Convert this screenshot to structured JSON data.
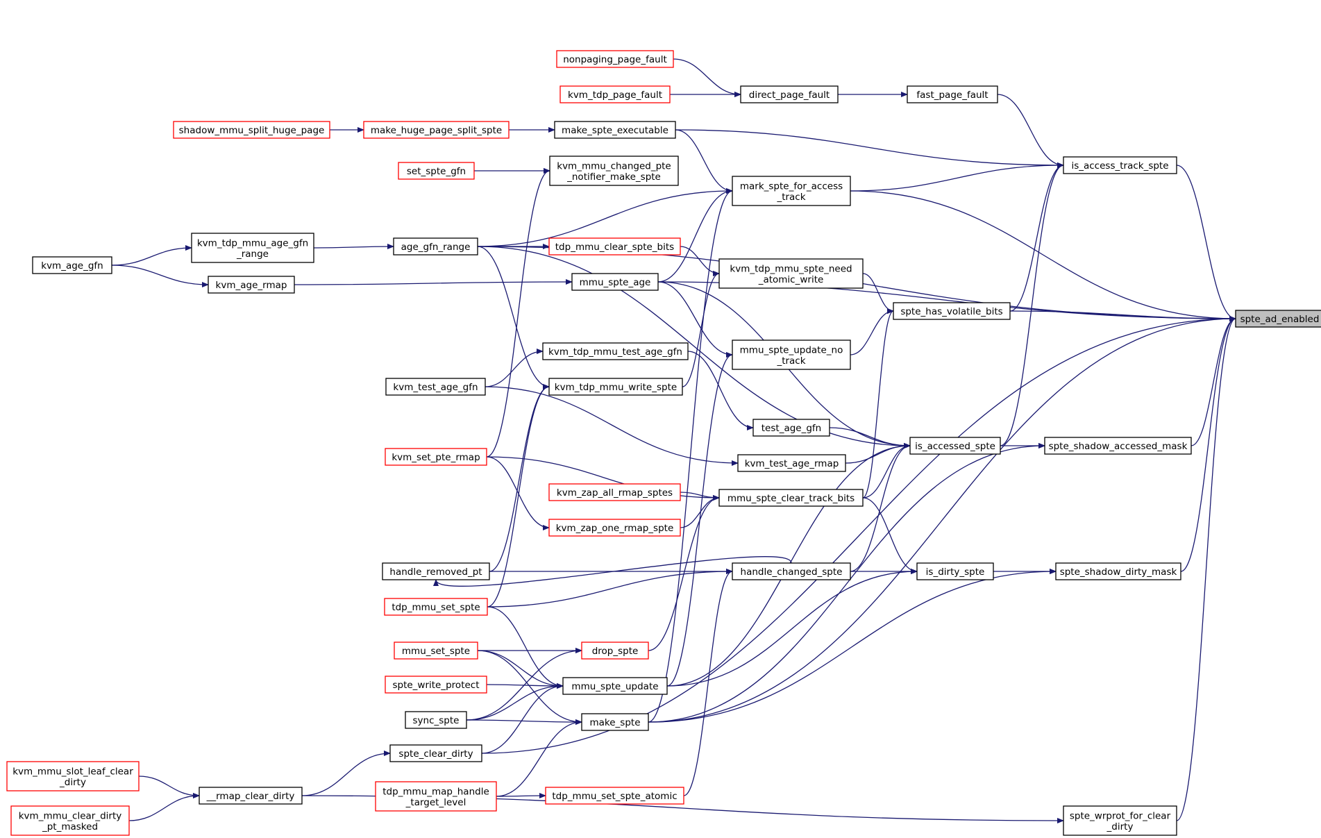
{
  "graph": {
    "root": "spte_ad_enabled",
    "edge_color": "#191970",
    "truncated_node_border": "#ff0000",
    "nodes": [
      {
        "id": "spte_ad_enabled",
        "lines": [
          "spte_ad_enabled"
        ],
        "style": "root"
      },
      {
        "id": "is_access_track_spte",
        "lines": [
          "is_access_track_spte"
        ],
        "style": "black"
      },
      {
        "id": "fast_page_fault",
        "lines": [
          "fast_page_fault"
        ],
        "style": "black"
      },
      {
        "id": "direct_page_fault",
        "lines": [
          "direct_page_fault"
        ],
        "style": "black"
      },
      {
        "id": "nonpaging_page_fault",
        "lines": [
          "nonpaging_page_fault"
        ],
        "style": "red"
      },
      {
        "id": "kvm_tdp_page_fault",
        "lines": [
          "kvm_tdp_page_fault"
        ],
        "style": "red"
      },
      {
        "id": "make_spte_executable",
        "lines": [
          "make_spte_executable"
        ],
        "style": "black"
      },
      {
        "id": "make_huge_page_split_spte",
        "lines": [
          "make_huge_page_split_spte"
        ],
        "style": "red"
      },
      {
        "id": "shadow_mmu_split_huge_page",
        "lines": [
          "shadow_mmu_split_huge_page"
        ],
        "style": "red"
      },
      {
        "id": "kvm_mmu_changed_pte_notifier_make_spte",
        "lines": [
          "kvm_mmu_changed_pte",
          "_notifier_make_spte"
        ],
        "style": "black"
      },
      {
        "id": "set_spte_gfn",
        "lines": [
          "set_spte_gfn"
        ],
        "style": "red"
      },
      {
        "id": "mark_spte_for_access_track",
        "lines": [
          "mark_spte_for_access",
          "_track"
        ],
        "style": "black"
      },
      {
        "id": "kvm_tdp_mmu_age_gfn_range",
        "lines": [
          "kvm_tdp_mmu_age_gfn",
          "_range"
        ],
        "style": "black"
      },
      {
        "id": "age_gfn_range",
        "lines": [
          "age_gfn_range"
        ],
        "style": "black"
      },
      {
        "id": "kvm_age_gfn",
        "lines": [
          "kvm_age_gfn"
        ],
        "style": "black"
      },
      {
        "id": "tdp_mmu_clear_spte_bits",
        "lines": [
          "tdp_mmu_clear_spte_bits"
        ],
        "style": "red"
      },
      {
        "id": "kvm_tdp_mmu_spte_need_atomic_write",
        "lines": [
          "kvm_tdp_mmu_spte_need",
          "_atomic_write"
        ],
        "style": "black"
      },
      {
        "id": "mmu_spte_age",
        "lines": [
          "mmu_spte_age"
        ],
        "style": "black"
      },
      {
        "id": "kvm_age_rmap",
        "lines": [
          "kvm_age_rmap"
        ],
        "style": "black"
      },
      {
        "id": "spte_has_volatile_bits",
        "lines": [
          "spte_has_volatile_bits"
        ],
        "style": "black"
      },
      {
        "id": "mmu_spte_update_no_track",
        "lines": [
          "mmu_spte_update_no",
          "_track"
        ],
        "style": "black"
      },
      {
        "id": "kvm_tdp_mmu_test_age_gfn",
        "lines": [
          "kvm_tdp_mmu_test_age_gfn"
        ],
        "style": "black"
      },
      {
        "id": "kvm_test_age_gfn",
        "lines": [
          "kvm_test_age_gfn"
        ],
        "style": "black"
      },
      {
        "id": "kvm_tdp_mmu_write_spte",
        "lines": [
          "kvm_tdp_mmu_write_spte"
        ],
        "style": "black"
      },
      {
        "id": "test_age_gfn",
        "lines": [
          "test_age_gfn"
        ],
        "style": "black"
      },
      {
        "id": "is_accessed_spte",
        "lines": [
          "is_accessed_spte"
        ],
        "style": "black"
      },
      {
        "id": "spte_shadow_accessed_mask",
        "lines": [
          "spte_shadow_accessed_mask"
        ],
        "style": "black"
      },
      {
        "id": "kvm_set_pte_rmap",
        "lines": [
          "kvm_set_pte_rmap"
        ],
        "style": "red"
      },
      {
        "id": "kvm_test_age_rmap",
        "lines": [
          "kvm_test_age_rmap"
        ],
        "style": "black"
      },
      {
        "id": "kvm_zap_all_rmap_sptes",
        "lines": [
          "kvm_zap_all_rmap_sptes"
        ],
        "style": "red"
      },
      {
        "id": "mmu_spte_clear_track_bits",
        "lines": [
          "mmu_spte_clear_track_bits"
        ],
        "style": "black"
      },
      {
        "id": "kvm_zap_one_rmap_spte",
        "lines": [
          "kvm_zap_one_rmap_spte"
        ],
        "style": "red"
      },
      {
        "id": "handle_removed_pt",
        "lines": [
          "handle_removed_pt"
        ],
        "style": "black"
      },
      {
        "id": "handle_changed_spte",
        "lines": [
          "handle_changed_spte"
        ],
        "style": "black"
      },
      {
        "id": "is_dirty_spte",
        "lines": [
          "is_dirty_spte"
        ],
        "style": "black"
      },
      {
        "id": "spte_shadow_dirty_mask",
        "lines": [
          "spte_shadow_dirty_mask"
        ],
        "style": "black"
      },
      {
        "id": "tdp_mmu_set_spte",
        "lines": [
          "tdp_mmu_set_spte"
        ],
        "style": "red"
      },
      {
        "id": "mmu_set_spte",
        "lines": [
          "mmu_set_spte"
        ],
        "style": "red"
      },
      {
        "id": "drop_spte",
        "lines": [
          "drop_spte"
        ],
        "style": "red"
      },
      {
        "id": "spte_write_protect",
        "lines": [
          "spte_write_protect"
        ],
        "style": "red"
      },
      {
        "id": "mmu_spte_update",
        "lines": [
          "mmu_spte_update"
        ],
        "style": "black"
      },
      {
        "id": "sync_spte",
        "lines": [
          "sync_spte"
        ],
        "style": "black"
      },
      {
        "id": "make_spte",
        "lines": [
          "make_spte"
        ],
        "style": "black"
      },
      {
        "id": "spte_clear_dirty",
        "lines": [
          "spte_clear_dirty"
        ],
        "style": "black"
      },
      {
        "id": "kvm_mmu_slot_leaf_clear_dirty",
        "lines": [
          "kvm_mmu_slot_leaf_clear",
          "_dirty"
        ],
        "style": "red"
      },
      {
        "id": "__rmap_clear_dirty",
        "lines": [
          "__rmap_clear_dirty"
        ],
        "style": "black"
      },
      {
        "id": "tdp_mmu_map_handle_target_level",
        "lines": [
          "tdp_mmu_map_handle",
          "_target_level"
        ],
        "style": "red"
      },
      {
        "id": "tdp_mmu_set_spte_atomic",
        "lines": [
          "tdp_mmu_set_spte_atomic"
        ],
        "style": "red"
      },
      {
        "id": "kvm_mmu_clear_dirty_pt_masked",
        "lines": [
          "kvm_mmu_clear_dirty",
          "_pt_masked"
        ],
        "style": "red"
      },
      {
        "id": "spte_wrprot_for_clear_dirty",
        "lines": [
          "spte_wrprot_for_clear",
          "_dirty"
        ],
        "style": "black"
      }
    ],
    "edges": [
      [
        "is_access_track_spte",
        "spte_ad_enabled"
      ],
      [
        "mark_spte_for_access_track",
        "spte_ad_enabled"
      ],
      [
        "mmu_spte_age",
        "spte_ad_enabled"
      ],
      [
        "spte_has_volatile_bits",
        "spte_ad_enabled"
      ],
      [
        "spte_shadow_accessed_mask",
        "spte_ad_enabled"
      ],
      [
        "spte_shadow_dirty_mask",
        "spte_ad_enabled"
      ],
      [
        "make_spte",
        "spte_ad_enabled"
      ],
      [
        "spte_clear_dirty",
        "spte_ad_enabled"
      ],
      [
        "spte_wrprot_for_clear_dirty",
        "spte_ad_enabled"
      ],
      [
        "age_gfn_range",
        "spte_ad_enabled"
      ],
      [
        "fast_page_fault",
        "is_access_track_spte"
      ],
      [
        "make_spte_executable",
        "is_access_track_spte"
      ],
      [
        "mark_spte_for_access_track",
        "is_access_track_spte"
      ],
      [
        "spte_has_volatile_bits",
        "is_access_track_spte"
      ],
      [
        "is_accessed_spte",
        "is_access_track_spte"
      ],
      [
        "direct_page_fault",
        "fast_page_fault"
      ],
      [
        "nonpaging_page_fault",
        "direct_page_fault"
      ],
      [
        "kvm_tdp_page_fault",
        "direct_page_fault"
      ],
      [
        "make_huge_page_split_spte",
        "make_spte_executable"
      ],
      [
        "shadow_mmu_split_huge_page",
        "make_huge_page_split_spte"
      ],
      [
        "set_spte_gfn",
        "kvm_mmu_changed_pte_notifier_make_spte"
      ],
      [
        "kvm_set_pte_rmap",
        "kvm_mmu_changed_pte_notifier_make_spte"
      ],
      [
        "make_spte_executable",
        "mark_spte_for_access_track"
      ],
      [
        "age_gfn_range",
        "mark_spte_for_access_track"
      ],
      [
        "mmu_spte_age",
        "mark_spte_for_access_track"
      ],
      [
        "make_spte",
        "mark_spte_for_access_track"
      ],
      [
        "kvm_tdp_mmu_age_gfn_range",
        "age_gfn_range"
      ],
      [
        "kvm_age_gfn",
        "kvm_tdp_mmu_age_gfn_range"
      ],
      [
        "kvm_age_gfn",
        "kvm_age_rmap"
      ],
      [
        "kvm_age_rmap",
        "mmu_spte_age"
      ],
      [
        "age_gfn_range",
        "tdp_mmu_clear_spte_bits"
      ],
      [
        "tdp_mmu_clear_spte_bits",
        "kvm_tdp_mmu_spte_need_atomic_write"
      ],
      [
        "kvm_tdp_mmu_spte_need_atomic_write",
        "spte_has_volatile_bits"
      ],
      [
        "kvm_tdp_mmu_write_spte",
        "kvm_tdp_mmu_spte_need_atomic_write"
      ],
      [
        "mmu_spte_update_no_track",
        "spte_has_volatile_bits"
      ],
      [
        "mmu_spte_clear_track_bits",
        "spte_has_volatile_bits"
      ],
      [
        "mmu_spte_age",
        "mmu_spte_update_no_track"
      ],
      [
        "mmu_spte_update",
        "mmu_spte_update_no_track"
      ],
      [
        "kvm_test_age_gfn",
        "kvm_tdp_mmu_test_age_gfn"
      ],
      [
        "kvm_tdp_mmu_test_age_gfn",
        "test_age_gfn"
      ],
      [
        "kvm_test_age_gfn",
        "kvm_test_age_rmap"
      ],
      [
        "age_gfn_range",
        "kvm_tdp_mmu_write_spte"
      ],
      [
        "handle_removed_pt",
        "kvm_tdp_mmu_write_spte"
      ],
      [
        "tdp_mmu_set_spte",
        "kvm_tdp_mmu_write_spte"
      ],
      [
        "test_age_gfn",
        "is_accessed_spte"
      ],
      [
        "kvm_test_age_rmap",
        "is_accessed_spte"
      ],
      [
        "mmu_spte_clear_track_bits",
        "is_accessed_spte"
      ],
      [
        "handle_changed_spte",
        "is_accessed_spte"
      ],
      [
        "mmu_spte_age",
        "is_accessed_spte"
      ],
      [
        "age_gfn_range",
        "is_accessed_spte"
      ],
      [
        "mmu_spte_update",
        "is_accessed_spte"
      ],
      [
        "is_accessed_spte",
        "spte_shadow_accessed_mask"
      ],
      [
        "kvm_set_pte_rmap",
        "mmu_spte_clear_track_bits"
      ],
      [
        "kvm_zap_all_rmap_sptes",
        "mmu_spte_clear_track_bits"
      ],
      [
        "kvm_zap_one_rmap_spte",
        "mmu_spte_clear_track_bits"
      ],
      [
        "kvm_set_pte_rmap",
        "kvm_zap_one_rmap_spte"
      ],
      [
        "drop_spte",
        "mmu_spte_clear_track_bits"
      ],
      [
        "handle_changed_spte",
        "handle_removed_pt"
      ],
      [
        "handle_removed_pt",
        "handle_changed_spte"
      ],
      [
        "tdp_mmu_set_spte",
        "handle_changed_spte"
      ],
      [
        "tdp_mmu_set_spte_atomic",
        "handle_changed_spte"
      ],
      [
        "handle_changed_spte",
        "is_dirty_spte"
      ],
      [
        "mmu_spte_clear_track_bits",
        "is_dirty_spte"
      ],
      [
        "mmu_spte_update",
        "is_dirty_spte"
      ],
      [
        "is_dirty_spte",
        "spte_shadow_dirty_mask"
      ],
      [
        "make_spte",
        "spte_shadow_accessed_mask"
      ],
      [
        "make_spte",
        "spte_shadow_dirty_mask"
      ],
      [
        "mmu_set_spte",
        "drop_spte"
      ],
      [
        "sync_spte",
        "drop_spte"
      ],
      [
        "mmu_set_spte",
        "mmu_spte_update"
      ],
      [
        "spte_write_protect",
        "mmu_spte_update"
      ],
      [
        "sync_spte",
        "mmu_spte_update"
      ],
      [
        "spte_clear_dirty",
        "mmu_spte_update"
      ],
      [
        "tdp_mmu_set_spte",
        "mmu_spte_update"
      ],
      [
        "mmu_set_spte",
        "make_spte"
      ],
      [
        "sync_spte",
        "make_spte"
      ],
      [
        "tdp_mmu_map_handle_target_level",
        "make_spte"
      ],
      [
        "__rmap_clear_dirty",
        "spte_clear_dirty"
      ],
      [
        "kvm_mmu_slot_leaf_clear_dirty",
        "__rmap_clear_dirty"
      ],
      [
        "kvm_mmu_clear_dirty_pt_masked",
        "__rmap_clear_dirty"
      ],
      [
        "tdp_mmu_map_handle_target_level",
        "tdp_mmu_set_spte_atomic"
      ],
      [
        "__rmap_clear_dirty",
        "spte_wrprot_for_clear_dirty"
      ]
    ]
  }
}
